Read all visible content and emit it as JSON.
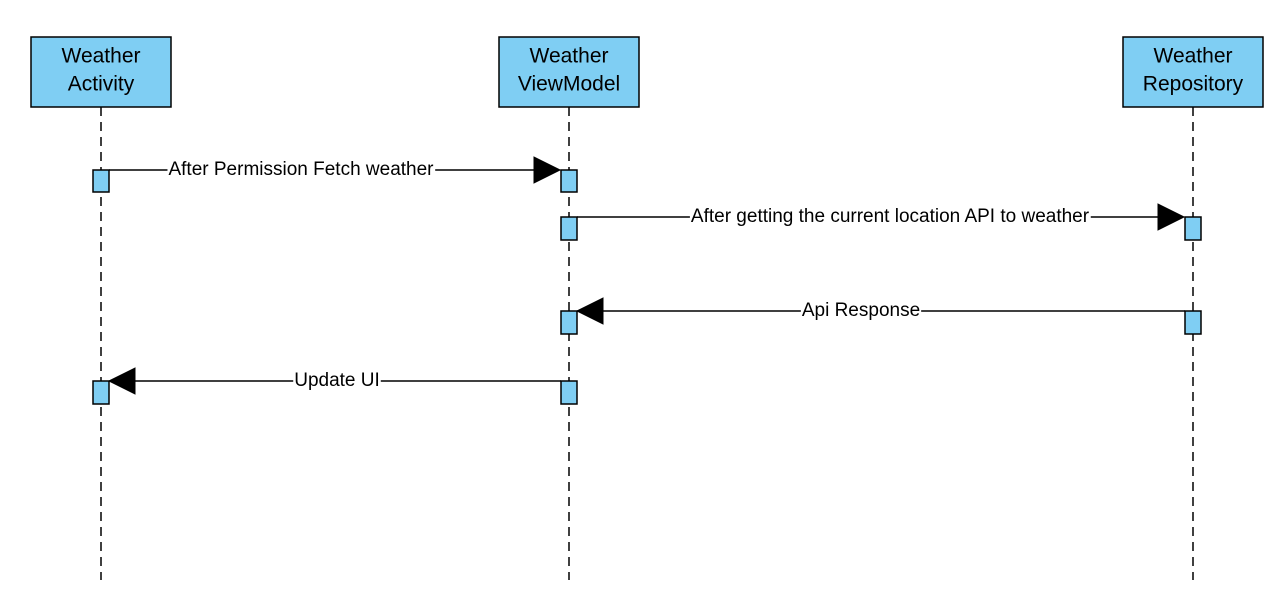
{
  "participants": [
    {
      "id": "activity",
      "lines": [
        "Weather",
        "Activity"
      ]
    },
    {
      "id": "viewmodel",
      "lines": [
        "Weather",
        "ViewModel"
      ]
    },
    {
      "id": "repository",
      "lines": [
        "Weather",
        "Repository"
      ]
    }
  ],
  "messages": [
    {
      "id": "fetch",
      "from": "activity",
      "to": "viewmodel",
      "label": "After Permission Fetch weather"
    },
    {
      "id": "api-call",
      "from": "viewmodel",
      "to": "repository",
      "label": "After getting the current location API to weather"
    },
    {
      "id": "api-response",
      "from": "repository",
      "to": "viewmodel",
      "label": "Api Response"
    },
    {
      "id": "update-ui",
      "from": "viewmodel",
      "to": "activity",
      "label": "Update UI"
    }
  ],
  "colors": {
    "box_fill": "#7fcef3",
    "stroke": "#000000"
  }
}
